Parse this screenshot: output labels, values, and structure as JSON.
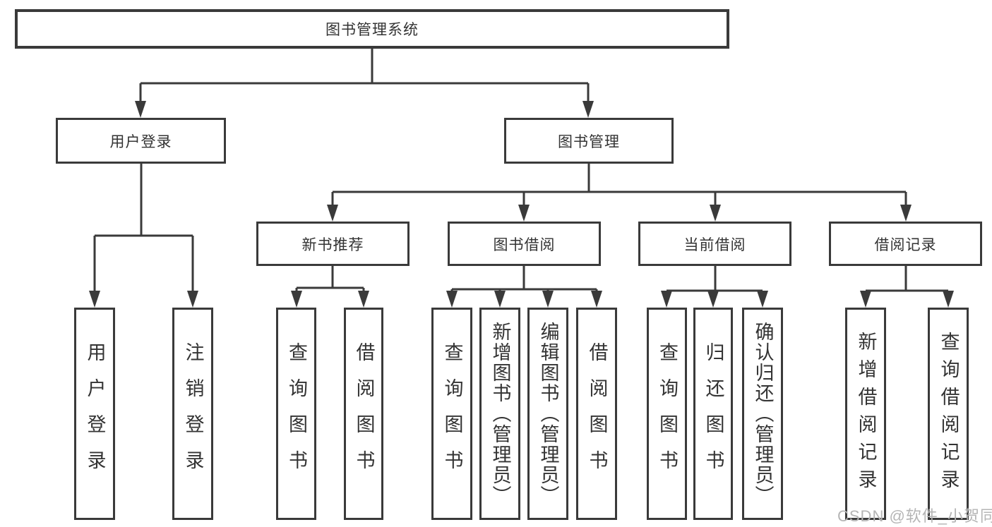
{
  "diagram": {
    "root": {
      "label": "图书管理系统"
    },
    "level2": [
      {
        "label": "用户登录"
      },
      {
        "label": "图书管理"
      }
    ],
    "level3": [
      {
        "label": "新书推荐"
      },
      {
        "label": "图书借阅"
      },
      {
        "label": "当前借阅"
      },
      {
        "label": "借阅记录"
      }
    ],
    "leaves": [
      {
        "label": "用户登录",
        "parent": "用户登录"
      },
      {
        "label": "注销登录",
        "parent": "用户登录"
      },
      {
        "label": "查询图书",
        "parent": "新书推荐"
      },
      {
        "label": "借阅图书",
        "parent": "新书推荐"
      },
      {
        "label": "查询图书",
        "parent": "图书借阅"
      },
      {
        "label": "新增图书（管理员）",
        "parent": "图书借阅"
      },
      {
        "label": "编辑图书（管理员）",
        "parent": "图书借阅"
      },
      {
        "label": "借阅图书",
        "parent": "图书借阅"
      },
      {
        "label": "查询图书",
        "parent": "当前借阅"
      },
      {
        "label": "归还图书",
        "parent": "当前借阅"
      },
      {
        "label": "确认归还（管理员）",
        "parent": "当前借阅"
      },
      {
        "label": "新增借阅记录",
        "parent": "借阅记录"
      },
      {
        "label": "查询借阅记录",
        "parent": "借阅记录"
      }
    ],
    "watermark": "CSDN @软件_小贺同学",
    "colors": {
      "line": "#3a3a3a",
      "box_background": "#ffffff",
      "text": "#333333",
      "watermark": "#b5b5b5"
    }
  }
}
